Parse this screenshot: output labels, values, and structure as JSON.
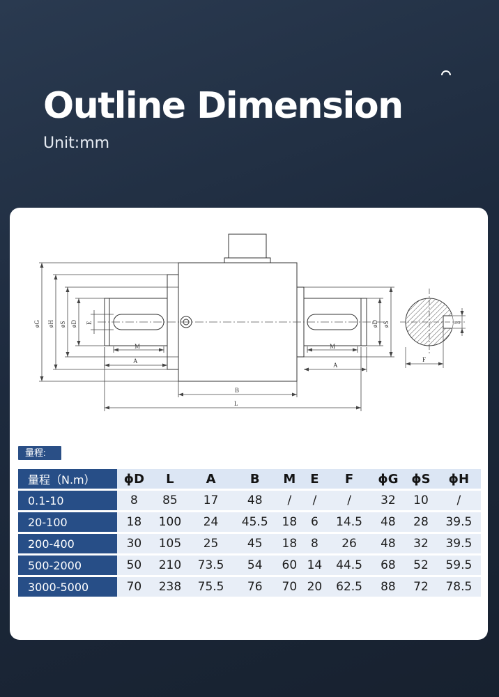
{
  "header": {
    "title": "Outline Dimension",
    "unit": "Unit:mm"
  },
  "drawing": {
    "labels": {
      "phi_g": "øG",
      "phi_h": "øH",
      "phi_s": "øS",
      "phi_d": "øD",
      "e": "E",
      "m": "M",
      "a": "A",
      "b": "B",
      "l": "L",
      "f": "F",
      "e2": "E/2"
    }
  },
  "table": {
    "caption": "量程:",
    "columns": [
      "量程（N.m）",
      "ϕD",
      "L",
      "A",
      "B",
      "M",
      "E",
      "F",
      "ϕG",
      "ϕS",
      "ϕH"
    ],
    "rows": [
      [
        "0.1-10",
        "8",
        "85",
        "17",
        "48",
        "/",
        "/",
        "/",
        "32",
        "10",
        "/"
      ],
      [
        "20-100",
        "18",
        "100",
        "24",
        "45.5",
        "18",
        "6",
        "14.5",
        "48",
        "28",
        "39.5"
      ],
      [
        "200-400",
        "30",
        "105",
        "25",
        "45",
        "18",
        "8",
        "26",
        "48",
        "32",
        "39.5"
      ],
      [
        "500-2000",
        "50",
        "210",
        "73.5",
        "54",
        "60",
        "14",
        "44.5",
        "68",
        "52",
        "59.5"
      ],
      [
        "3000-5000",
        "70",
        "238",
        "75.5",
        "76",
        "70",
        "20",
        "62.5",
        "88",
        "72",
        "78.5"
      ]
    ]
  },
  "colors": {
    "background": "#1d2a3d",
    "range_column": "#274e87",
    "header_row": "#dce6f4",
    "data_cell": "#e8eef7"
  }
}
